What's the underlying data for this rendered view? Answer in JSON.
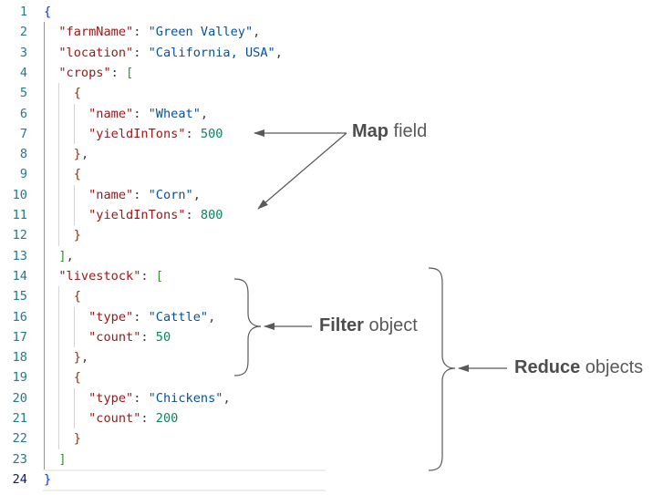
{
  "code_lines": [
    {
      "num": "1",
      "tokens": [
        {
          "t": "{",
          "c": "b1"
        }
      ]
    },
    {
      "num": "2",
      "tokens": [
        {
          "t": "  "
        },
        {
          "t": "\"farmName\"",
          "c": "k"
        },
        {
          "t": ": ",
          "c": "p"
        },
        {
          "t": "\"Green Valley\"",
          "c": "s"
        },
        {
          "t": ",",
          "c": "p"
        }
      ]
    },
    {
      "num": "3",
      "tokens": [
        {
          "t": "  "
        },
        {
          "t": "\"location\"",
          "c": "k"
        },
        {
          "t": ": ",
          "c": "p"
        },
        {
          "t": "\"California, USA\"",
          "c": "s"
        },
        {
          "t": ",",
          "c": "p"
        }
      ]
    },
    {
      "num": "4",
      "tokens": [
        {
          "t": "  "
        },
        {
          "t": "\"crops\"",
          "c": "k"
        },
        {
          "t": ": ",
          "c": "p"
        },
        {
          "t": "[",
          "c": "b2"
        }
      ]
    },
    {
      "num": "5",
      "tokens": [
        {
          "t": "    "
        },
        {
          "t": "{",
          "c": "b3"
        }
      ]
    },
    {
      "num": "6",
      "tokens": [
        {
          "t": "      "
        },
        {
          "t": "\"name\"",
          "c": "k"
        },
        {
          "t": ": ",
          "c": "p"
        },
        {
          "t": "\"Wheat\"",
          "c": "s"
        },
        {
          "t": ",",
          "c": "p"
        }
      ]
    },
    {
      "num": "7",
      "tokens": [
        {
          "t": "      "
        },
        {
          "t": "\"yieldInTons\"",
          "c": "k"
        },
        {
          "t": ": ",
          "c": "p"
        },
        {
          "t": "500",
          "c": "n"
        }
      ]
    },
    {
      "num": "8",
      "tokens": [
        {
          "t": "    "
        },
        {
          "t": "}",
          "c": "b3"
        },
        {
          "t": ",",
          "c": "p"
        }
      ]
    },
    {
      "num": "9",
      "tokens": [
        {
          "t": "    "
        },
        {
          "t": "{",
          "c": "b3"
        }
      ]
    },
    {
      "num": "10",
      "tokens": [
        {
          "t": "      "
        },
        {
          "t": "\"name\"",
          "c": "k"
        },
        {
          "t": ": ",
          "c": "p"
        },
        {
          "t": "\"Corn\"",
          "c": "s"
        },
        {
          "t": ",",
          "c": "p"
        }
      ]
    },
    {
      "num": "11",
      "tokens": [
        {
          "t": "      "
        },
        {
          "t": "\"yieldInTons\"",
          "c": "k"
        },
        {
          "t": ": ",
          "c": "p"
        },
        {
          "t": "800",
          "c": "n"
        }
      ]
    },
    {
      "num": "12",
      "tokens": [
        {
          "t": "    "
        },
        {
          "t": "}",
          "c": "b3"
        }
      ]
    },
    {
      "num": "13",
      "tokens": [
        {
          "t": "  "
        },
        {
          "t": "]",
          "c": "b2"
        },
        {
          "t": ",",
          "c": "p"
        }
      ]
    },
    {
      "num": "14",
      "tokens": [
        {
          "t": "  "
        },
        {
          "t": "\"livestock\"",
          "c": "k"
        },
        {
          "t": ": ",
          "c": "p"
        },
        {
          "t": "[",
          "c": "b2"
        }
      ]
    },
    {
      "num": "15",
      "tokens": [
        {
          "t": "    "
        },
        {
          "t": "{",
          "c": "b3"
        }
      ]
    },
    {
      "num": "16",
      "tokens": [
        {
          "t": "      "
        },
        {
          "t": "\"type\"",
          "c": "k"
        },
        {
          "t": ": ",
          "c": "p"
        },
        {
          "t": "\"Cattle\"",
          "c": "s"
        },
        {
          "t": ",",
          "c": "p"
        }
      ]
    },
    {
      "num": "17",
      "tokens": [
        {
          "t": "      "
        },
        {
          "t": "\"count\"",
          "c": "k"
        },
        {
          "t": ": ",
          "c": "p"
        },
        {
          "t": "50",
          "c": "n"
        }
      ]
    },
    {
      "num": "18",
      "tokens": [
        {
          "t": "    "
        },
        {
          "t": "}",
          "c": "b3"
        },
        {
          "t": ",",
          "c": "p"
        }
      ]
    },
    {
      "num": "19",
      "tokens": [
        {
          "t": "    "
        },
        {
          "t": "{",
          "c": "b3"
        }
      ]
    },
    {
      "num": "20",
      "tokens": [
        {
          "t": "      "
        },
        {
          "t": "\"type\"",
          "c": "k"
        },
        {
          "t": ": ",
          "c": "p"
        },
        {
          "t": "\"Chickens\"",
          "c": "s"
        },
        {
          "t": ",",
          "c": "p"
        }
      ]
    },
    {
      "num": "21",
      "tokens": [
        {
          "t": "      "
        },
        {
          "t": "\"count\"",
          "c": "k"
        },
        {
          "t": ": ",
          "c": "p"
        },
        {
          "t": "200",
          "c": "n"
        }
      ]
    },
    {
      "num": "22",
      "tokens": [
        {
          "t": "    "
        },
        {
          "t": "}",
          "c": "b3"
        }
      ]
    },
    {
      "num": "23",
      "tokens": [
        {
          "t": "  "
        },
        {
          "t": "]",
          "c": "b2"
        }
      ]
    },
    {
      "num": "24",
      "tokens": [
        {
          "t": "}",
          "c": "b1"
        }
      ],
      "active": true
    }
  ],
  "annotations": {
    "map": {
      "bold": "Map",
      "rest": " field"
    },
    "filter": {
      "bold": "Filter",
      "rest": " object"
    },
    "reduce": {
      "bold": "Reduce",
      "rest": " objects"
    }
  },
  "colors": {
    "key": "#a31515",
    "string": "#0451a5",
    "number": "#098658",
    "bracket_level1": "#0431fa",
    "bracket_level2": "#319331",
    "bracket_level3": "#7b3814",
    "line_number": "#237893",
    "annotation_text": "#595959",
    "arrow": "#595959"
  }
}
